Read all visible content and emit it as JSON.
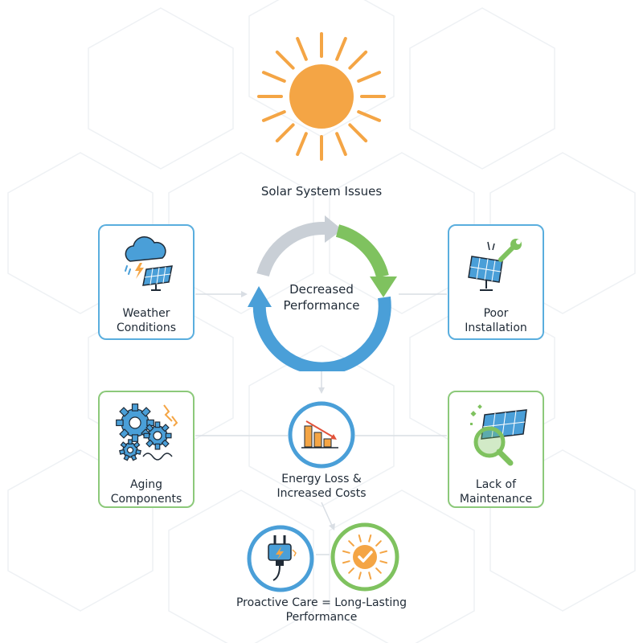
{
  "title": "Solar System Issues",
  "center": {
    "line1": "Decreased",
    "line2": "Performance"
  },
  "cards": {
    "weather": {
      "line1": "Weather",
      "line2": "Conditions"
    },
    "installation": {
      "line1": "Poor",
      "line2": "Installation"
    },
    "aging": {
      "line1": "Aging",
      "line2": "Components"
    },
    "maintenance": {
      "line1": "Lack of",
      "line2": "Maintenance"
    }
  },
  "energy": {
    "line1": "Energy Loss &",
    "line2": "Increased Costs"
  },
  "footer": {
    "line1": "Proactive Care = Long-Lasting",
    "line2": "Performance"
  },
  "colors": {
    "blue": "#4a9fd8",
    "green": "#7fc25f",
    "gray": "#c9cfd6",
    "orange": "#f4a545",
    "dark": "#1f2a36"
  },
  "icons": [
    "sun-icon",
    "cloud-storm-icon",
    "solar-panel-icon",
    "wrench-icon",
    "gears-icon",
    "bar-chart-down-icon",
    "magnifier-icon",
    "plug-icon",
    "check-sun-icon"
  ]
}
